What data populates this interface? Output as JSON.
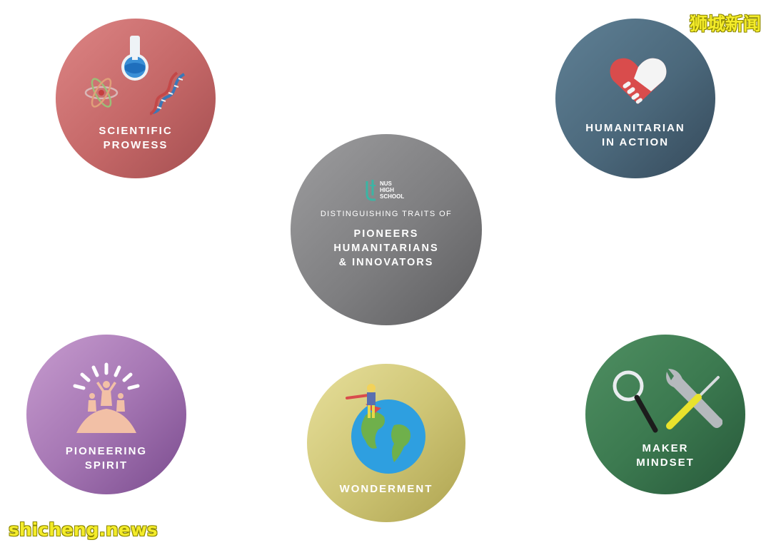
{
  "watermarks": {
    "top_right": "狮城新闻",
    "bottom_left": "shicheng.news"
  },
  "center": {
    "logo_lines": [
      "NUS",
      "HIGH",
      "SCHOOL"
    ],
    "subtitle": "DISTINGUISHING TRAITS OF",
    "lines": [
      "PIONEERS",
      "HUMANITARIANS",
      "& INNOVATORS"
    ]
  },
  "traits": {
    "scientific": {
      "lines": [
        "SCIENTIFIC",
        "PROWESS"
      ],
      "color": "#c46767",
      "icons": [
        "flask-icon",
        "atom-icon",
        "dna-icon"
      ]
    },
    "humanitarian": {
      "lines": [
        "HUMANITARIAN",
        "IN ACTION"
      ],
      "color": "#4b687b",
      "icons": [
        "heart-handshake-icon"
      ]
    },
    "pioneering": {
      "lines": [
        "PIONEERING",
        "SPIRIT"
      ],
      "color": "#a677b4",
      "icons": [
        "climbers-summit-icon"
      ]
    },
    "wonderment": {
      "lines": [
        "WONDERMENT"
      ],
      "color": "#cfc676",
      "icons": [
        "superhero-globe-icon"
      ]
    },
    "maker": {
      "lines": [
        "MAKER",
        "MINDSET"
      ],
      "color": "#3c7a50",
      "icons": [
        "magnifier-icon",
        "wrench-icon",
        "screwdriver-icon"
      ]
    }
  }
}
